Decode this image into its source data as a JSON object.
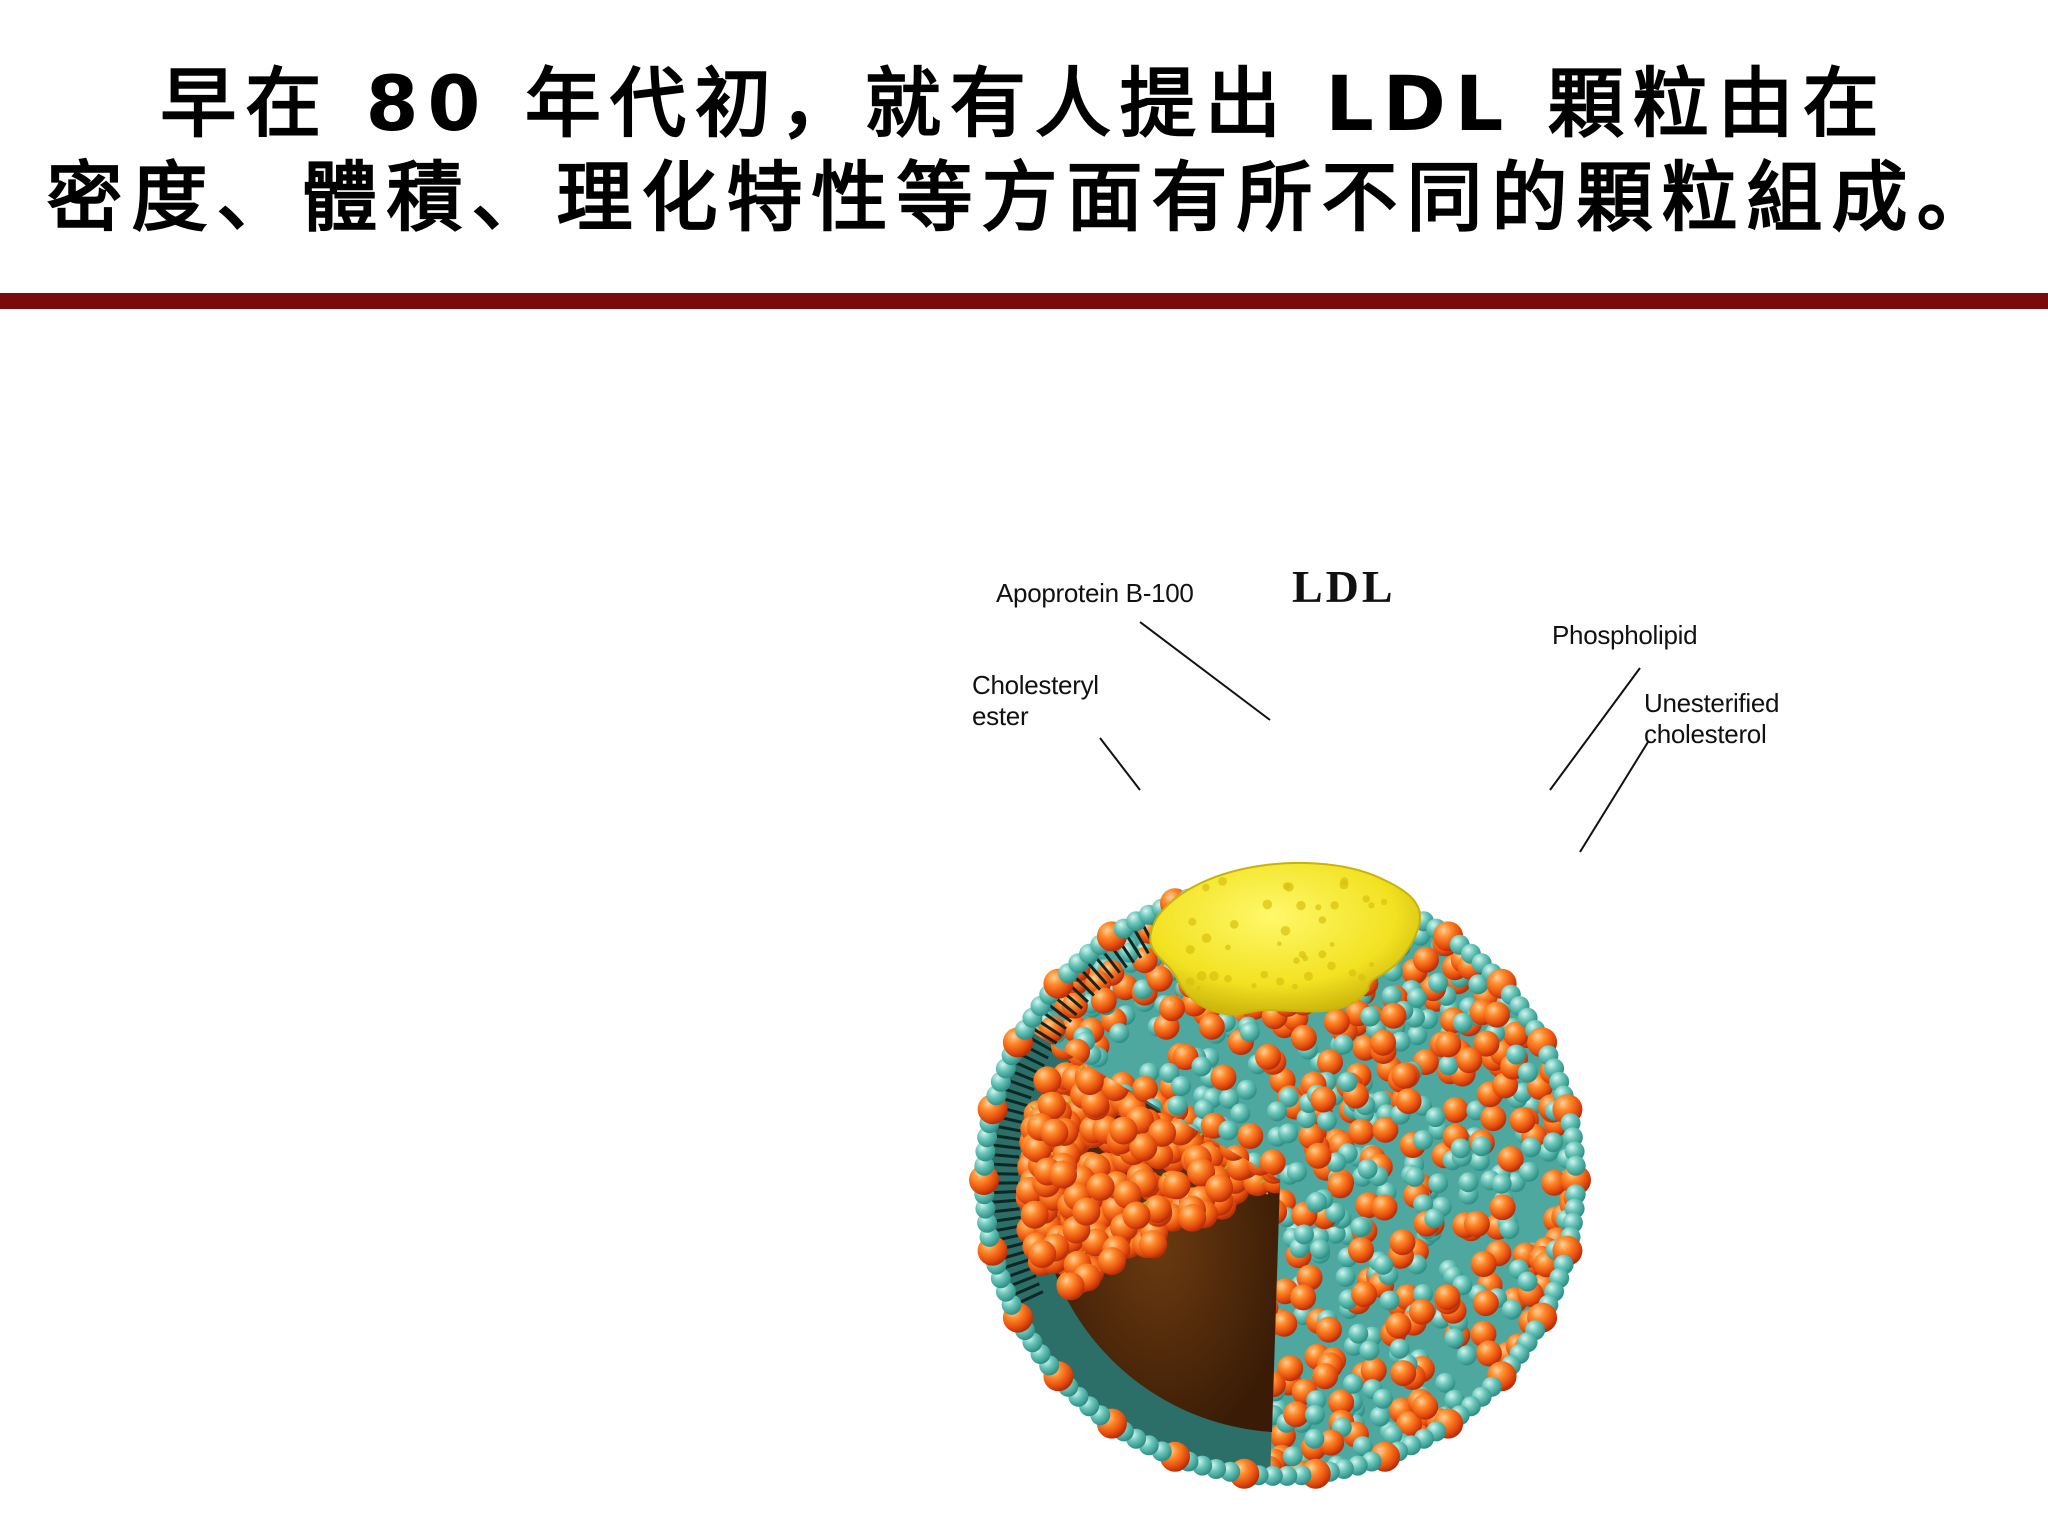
{
  "slide": {
    "title_line1": "早在 80 年代初，就有人提出 LDL 顆粒由在",
    "title_line2": "密度、體積、理化特性等方面有所不同的顆粒組成。"
  },
  "figure": {
    "title": "LDL",
    "labels": {
      "apoprotein": "Apoprotein B-100",
      "cholesteryl": "Cholesteryl\nester",
      "phospholipid": "Phospholipid",
      "unesterified": "Unesterified\ncholesterol"
    }
  },
  "colors": {
    "accent_rule": "#7a0b0b",
    "cholesteryl_ester": "#f06a14",
    "phospholipid": "#58b8ad",
    "apoprotein": "#f2e222"
  }
}
